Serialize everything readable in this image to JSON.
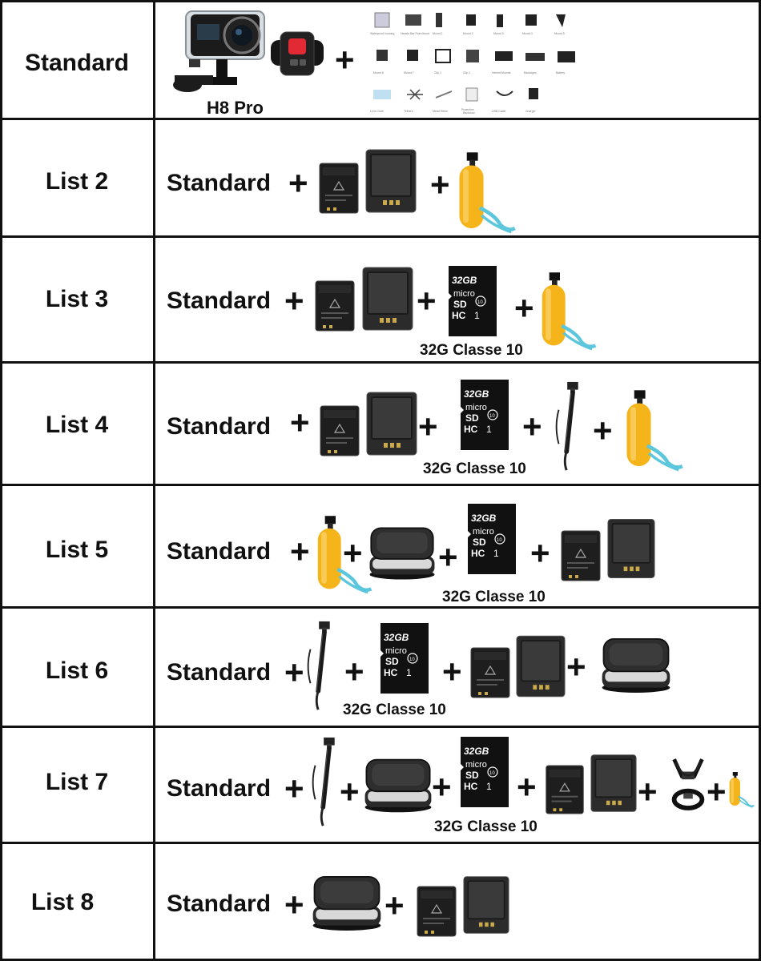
{
  "rows": [
    {
      "label": "Standard"
    },
    {
      "label": "List 2",
      "prefix": "Standard"
    },
    {
      "label": "List 3",
      "prefix": "Standard",
      "caption": "32G Classe 10"
    },
    {
      "label": "List 4",
      "prefix": "Standard",
      "caption": "32G Classe 10"
    },
    {
      "label": "List 5",
      "prefix": "Standard",
      "caption": "32G Classe 10"
    },
    {
      "label": "List 6",
      "prefix": "Standard",
      "caption": "32G Classe 10"
    },
    {
      "label": "List 7",
      "prefix": "Standard",
      "caption": "32G Classe 10"
    },
    {
      "label": "List 8",
      "prefix": "Standard"
    }
  ],
  "standard_row": {
    "camera_caption": "H8 Pro",
    "plus": "+"
  },
  "card": {
    "capacity": "32GB",
    "brand": "micro",
    "format": "SD",
    "class_mark": "10",
    "hc": "HC",
    "uhs": "1"
  },
  "plus_sign": "+"
}
